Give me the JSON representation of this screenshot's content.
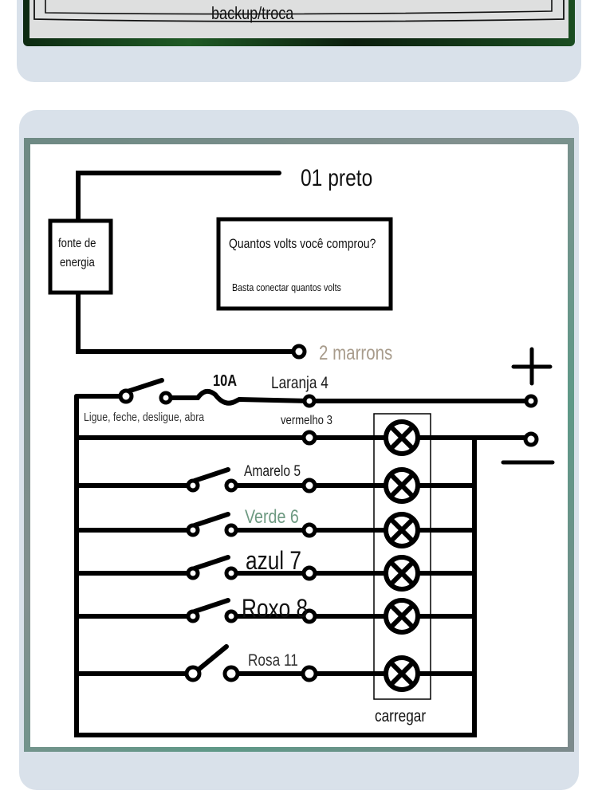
{
  "top_image": {
    "caption": "backup/troca"
  },
  "diagram": {
    "power_source": "fonte de\nenergia",
    "power_source_line1": "fonte de",
    "power_source_line2": "energia",
    "wire_black": "01 preto",
    "wire_brown": "2 marrons",
    "question_box": {
      "title": "Quantos volts você comprou?",
      "subtitle": "Basta conectar quantos volts"
    },
    "fuse_label": "10A",
    "main_switch_label": "Ligue, feche, desligue, abra",
    "plus_symbol": "+",
    "minus_symbol": "−",
    "lamp_group_label": "carregar",
    "wires": [
      {
        "label": "Laranja 4",
        "color": "#1a1a1a"
      },
      {
        "label": "vermelho 3",
        "color": "#1a1a1a"
      },
      {
        "label": "Amarelo 5",
        "color": "#1a1a1a"
      },
      {
        "label": "Verde 6",
        "color": "#6e9a82"
      },
      {
        "label": "azul 7",
        "color": "#111111"
      },
      {
        "label": "Roxo 8",
        "color": "#111111"
      },
      {
        "label": "Rosa 11",
        "color": "#333333"
      }
    ],
    "brown_color": "#a89c8c"
  }
}
